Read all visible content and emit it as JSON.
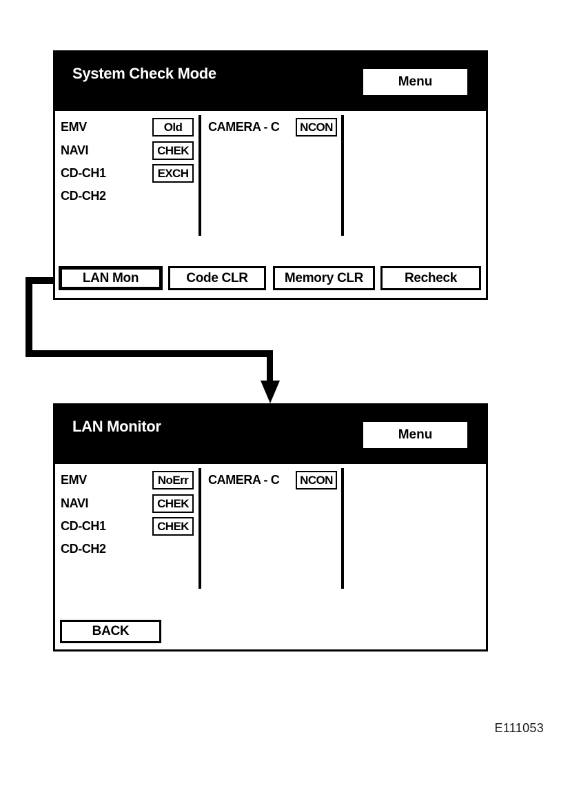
{
  "figure_label": "E111053",
  "colors": {
    "fg": "#000000",
    "bg": "#ffffff"
  },
  "flow": {
    "from_button": "LAN Mon",
    "to_screen": "LAN Monitor"
  },
  "screens": [
    {
      "title": "System Check Mode",
      "menu_label": "Menu",
      "left_rows": [
        {
          "label": "EMV",
          "status": "Old"
        },
        {
          "label": "NAVI",
          "status": "CHEK"
        },
        {
          "label": "CD-CH1",
          "status": "EXCH"
        },
        {
          "label": "CD-CH2",
          "status": ""
        }
      ],
      "right_rows": [
        {
          "label": "CAMERA - C",
          "status": "NCON"
        }
      ],
      "buttons": [
        {
          "label": "LAN Mon",
          "selected": true
        },
        {
          "label": "Code CLR",
          "selected": false
        },
        {
          "label": "Memory CLR",
          "selected": false
        },
        {
          "label": "Recheck",
          "selected": false
        }
      ]
    },
    {
      "title": "LAN Monitor",
      "menu_label": "Menu",
      "left_rows": [
        {
          "label": "EMV",
          "status": "NoErr"
        },
        {
          "label": "NAVI",
          "status": "CHEK"
        },
        {
          "label": "CD-CH1",
          "status": "CHEK"
        },
        {
          "label": "CD-CH2",
          "status": ""
        }
      ],
      "right_rows": [
        {
          "label": "CAMERA - C",
          "status": "NCON"
        }
      ],
      "buttons": [
        {
          "label": "BACK",
          "selected": false
        }
      ]
    }
  ]
}
